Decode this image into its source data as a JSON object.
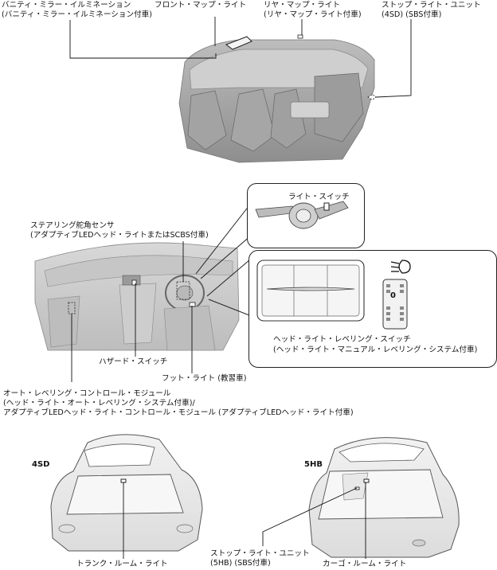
{
  "top_section": {
    "vanity_lamp": {
      "line1": "バニティ・ミラー・イルミネーション",
      "line2": "(バニティ・ミラー・イルミネーション付車)"
    },
    "front_map_lamp": "フロント・マップ・ライト",
    "rear_map_lamp": {
      "line1": "リヤ・マップ・ライト",
      "line2": "(リヤ・マップ・ライト付車)"
    },
    "stop_lamp_unit_4sd": {
      "line1": "ストップ・ライト・ユニット",
      "line2": "(4SD) (SBS付車)"
    }
  },
  "middle_section": {
    "light_switch": "ライト・スイッチ",
    "steering_angle_sensor": {
      "line1": "ステアリング舵角センサ",
      "line2": "(アダプティブLEDヘッド・ライトまたはSCBS付車)"
    },
    "leveling_switch": {
      "line1": "ヘッド・ライト・レベリング・スイッチ",
      "line2": "(ヘッド・ライト・マニュアル・レベリング・システム付車)"
    },
    "leveling_switch_setting": "0",
    "hazard_switch": "ハザード・スイッチ",
    "foot_lamp": "フット・ライト (教習車)",
    "auto_leveling_module": {
      "line1": "オート・レベリング・コントロール・モジュール",
      "line2": "(ヘッド・ライト・オート・レベリング・システム付車)/",
      "line3": "アダプティブLEDヘッド・ライト・コントロール・モジュール (アダプティブLEDヘッド・ライト付車)"
    }
  },
  "bottom_section": {
    "sedan_tag": "4SD",
    "hatch_tag": "5HB",
    "trunk_room_lamp": "トランク・ルーム・ライト",
    "stop_lamp_unit_5hb": {
      "line1": "ストップ・ライト・ユニット",
      "line2": "(5HB) (SBS付車)"
    },
    "cargo_room_lamp": "カーゴ・ルーム・ライト"
  }
}
